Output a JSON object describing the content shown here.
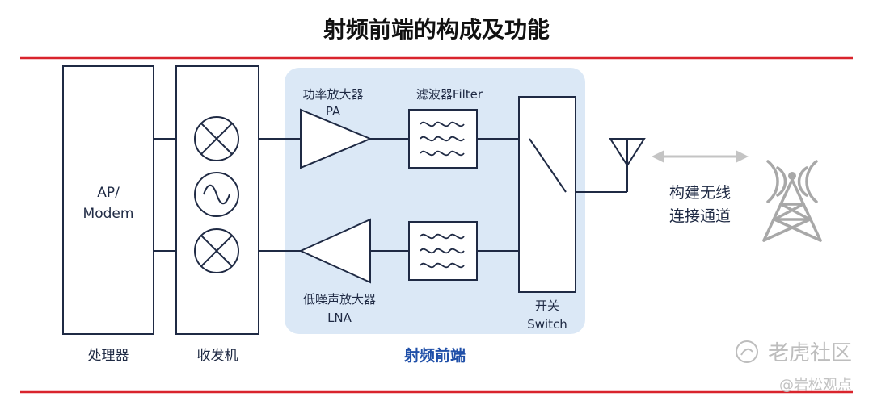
{
  "title": "射频前端的构成及功能",
  "blocks": {
    "ap": {
      "label_line1": "AP/",
      "label_line2": "Modem",
      "caption": "处理器"
    },
    "transceiver": {
      "caption": "收发机"
    },
    "rf_front_end": {
      "caption": "射频前端"
    },
    "pa": {
      "label_line1": "功率放大器",
      "label_line2": "PA"
    },
    "filter": {
      "label": "滤波器Filter"
    },
    "lna": {
      "label_line1": "低噪声放大器",
      "label_line2": "LNA"
    },
    "switch": {
      "label_line1": "开关",
      "label_line2": "Switch"
    },
    "wireless": {
      "label_line1": "构建无线",
      "label_line2": "连接通道"
    }
  },
  "watermark": {
    "brand": "老虎社区",
    "author": "@岩松观点"
  },
  "colors": {
    "accent_red": "#d9242c",
    "panel_blue": "#dbe8f6",
    "title_dark": "#111111",
    "text_dark": "#1f2a44",
    "caption_blue": "#1f4fa8",
    "tower_gray": "#a8a8a8"
  }
}
